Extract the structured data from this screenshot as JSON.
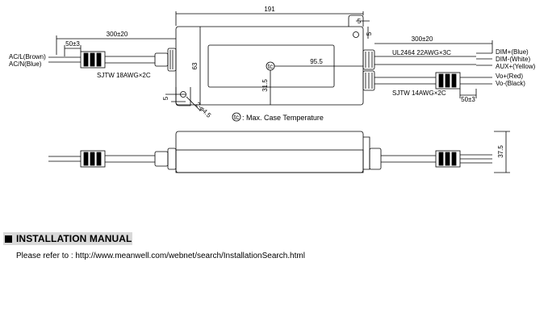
{
  "dimensions": {
    "overall_length": "191",
    "cable_left": "300±20",
    "strip_left": "50±3",
    "cable_right": "300±20",
    "strip_right": "50±3",
    "height": "63",
    "tc_x": "95.5",
    "tc_y": "31.5",
    "hole_top": "5",
    "hole_top_side": "5",
    "hole_bottom": "5",
    "hole_dia": "2-φ4.5",
    "thickness": "37.5"
  },
  "wire_labels": {
    "ac_l": "AC/L(Brown)",
    "ac_n": "AC/N(Blue)",
    "cable_in": "SJTW 18AWG×2C",
    "cable_ctrl": "UL2464 22AWG×3C",
    "cable_out": "SJTW 14AWG×2C",
    "dim_plus": "DIM+(Blue)",
    "dim_minus": "DIM-(White)",
    "aux_plus": "AUX+(Yellow)",
    "vo_plus": "Vo+(Red)",
    "vo_minus": "Vo-(Black)"
  },
  "tc_symbol": "tc",
  "tc_note": ": Max. Case Temperature",
  "installation": {
    "title": "INSTALLATION MANUAL",
    "text": "Please refer to : http://www.meanwell.com/webnet/search/InstallationSearch.html"
  }
}
